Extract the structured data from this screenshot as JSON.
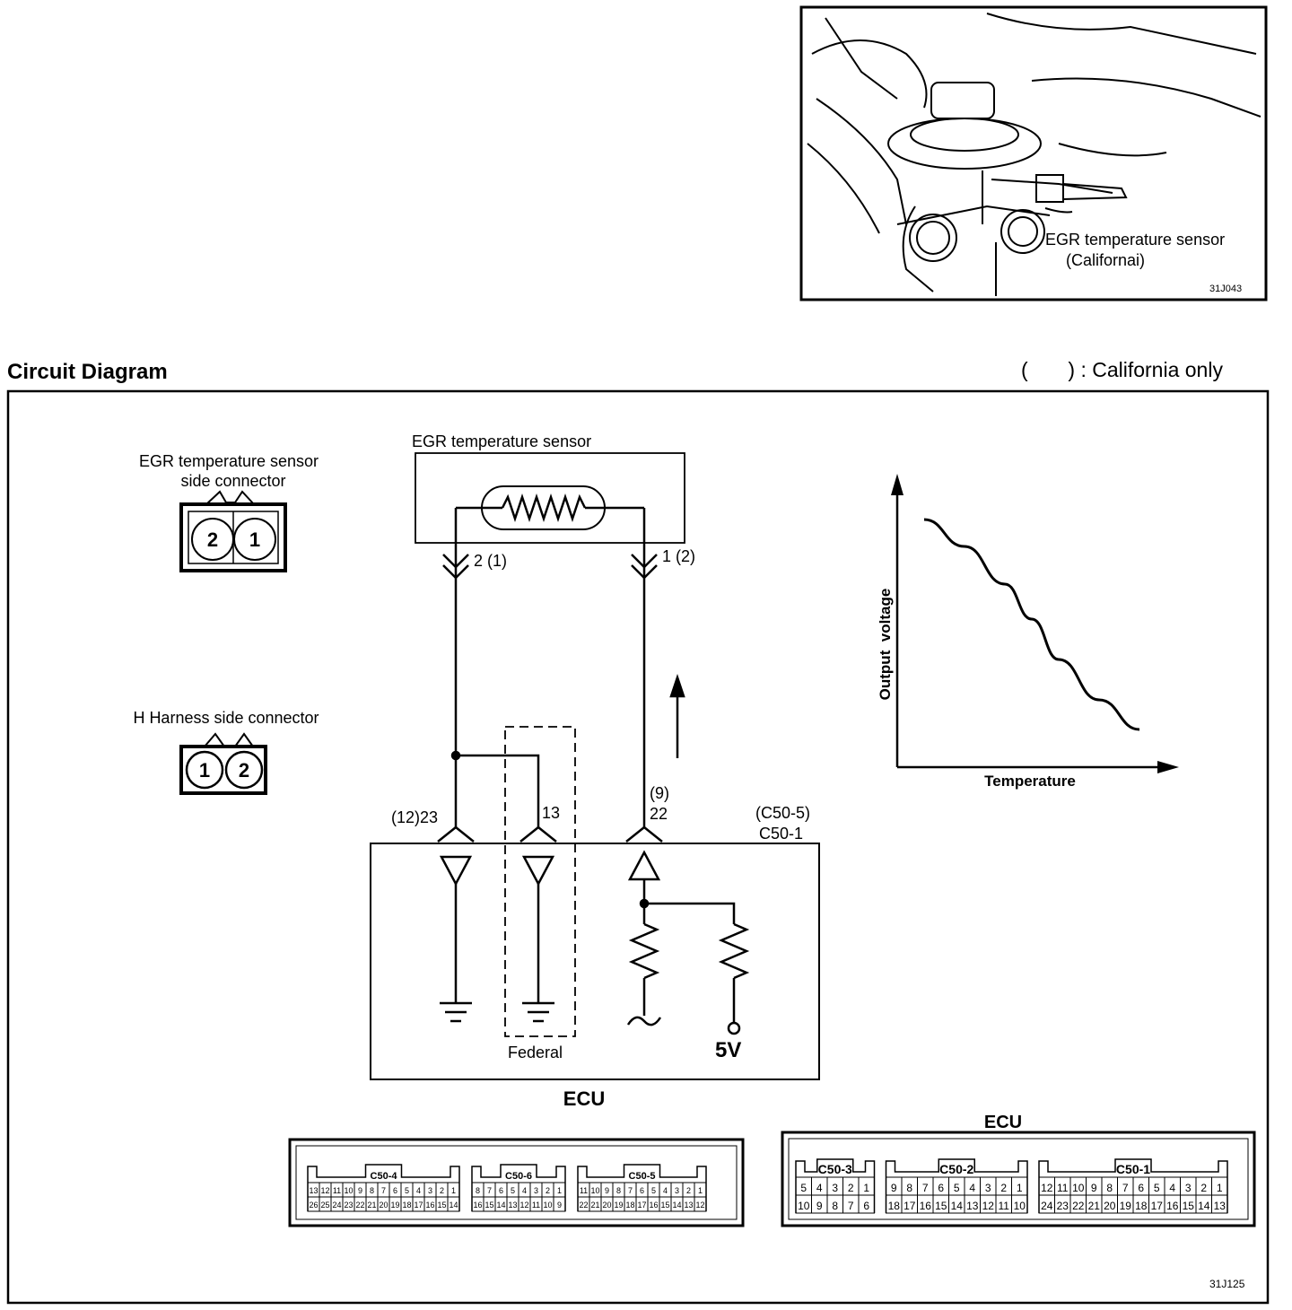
{
  "photo": {
    "callout": "EGR temperature sensor",
    "callout_sub": "(Californai)",
    "figure_id": "31J043"
  },
  "header": {
    "title": "Circuit Diagram",
    "legend": "(       ) : California only"
  },
  "connectors": {
    "sensor_side_title_1": "EGR temperature sensor",
    "sensor_side_title_2": "side connector",
    "sensor_side_pins": [
      "2",
      "1"
    ],
    "harness_side_title": "H Harness side connector",
    "harness_side_pins": [
      "1",
      "2"
    ]
  },
  "circuit": {
    "sensor_box_label": "EGR temperature sensor",
    "sensor_pin_left": "2 (1)",
    "sensor_pin_right": "1 (2)",
    "ecu_pin_left": "(12)23",
    "ecu_pin_mid": "13",
    "ecu_pin_right_ca": "(9)",
    "ecu_pin_right": "22",
    "ecu_connector_ca": "(C50-5)",
    "ecu_connector": "C50-1",
    "federal_label": "Federal",
    "supply_label": "5V",
    "ecu_label": "ECU"
  },
  "chart_data": {
    "type": "line",
    "title": "",
    "xlabel": "Temperature",
    "ylabel": "Output  voltage",
    "series": [
      {
        "x": [
          0.1,
          0.25,
          0.4,
          0.5,
          0.6,
          0.75,
          0.9
        ],
        "y": [
          0.92,
          0.82,
          0.68,
          0.55,
          0.4,
          0.25,
          0.14
        ]
      }
    ]
  },
  "ecu_connectors_left": {
    "blocks": [
      {
        "name": "C50-4",
        "row1": [
          "13",
          "12",
          "11",
          "10",
          "9",
          "8",
          "7",
          "6",
          "5",
          "4",
          "3",
          "2",
          "1"
        ],
        "row2": [
          "26",
          "25",
          "24",
          "23",
          "22",
          "21",
          "20",
          "19",
          "18",
          "17",
          "16",
          "15",
          "14"
        ]
      },
      {
        "name": "C50-6",
        "row1": [
          "8",
          "7",
          "6",
          "5",
          "4",
          "3",
          "2",
          "1"
        ],
        "row2": [
          "16",
          "15",
          "14",
          "13",
          "12",
          "11",
          "10",
          "9"
        ]
      },
      {
        "name": "C50-5",
        "row1": [
          "11",
          "10",
          "9",
          "8",
          "7",
          "6",
          "5",
          "4",
          "3",
          "2",
          "1"
        ],
        "row2": [
          "22",
          "21",
          "20",
          "19",
          "18",
          "17",
          "16",
          "15",
          "14",
          "13",
          "12"
        ]
      }
    ]
  },
  "ecu_connectors_right": {
    "title": "ECU",
    "blocks": [
      {
        "name": "C50-3",
        "row1": [
          "5",
          "4",
          "3",
          "2",
          "1"
        ],
        "row2": [
          "10",
          "9",
          "8",
          "7",
          "6"
        ]
      },
      {
        "name": "C50-2",
        "row1": [
          "9",
          "8",
          "7",
          "6",
          "5",
          "4",
          "3",
          "2",
          "1"
        ],
        "row2": [
          "18",
          "17",
          "16",
          "15",
          "14",
          "13",
          "12",
          "11",
          "10"
        ]
      },
      {
        "name": "C50-1",
        "row1": [
          "12",
          "11",
          "10",
          "9",
          "8",
          "7",
          "6",
          "5",
          "4",
          "3",
          "2",
          "1"
        ],
        "row2": [
          "24",
          "23",
          "22",
          "21",
          "20",
          "19",
          "18",
          "17",
          "16",
          "15",
          "14",
          "13"
        ]
      }
    ]
  },
  "footer": {
    "figure_id": "31J125"
  }
}
